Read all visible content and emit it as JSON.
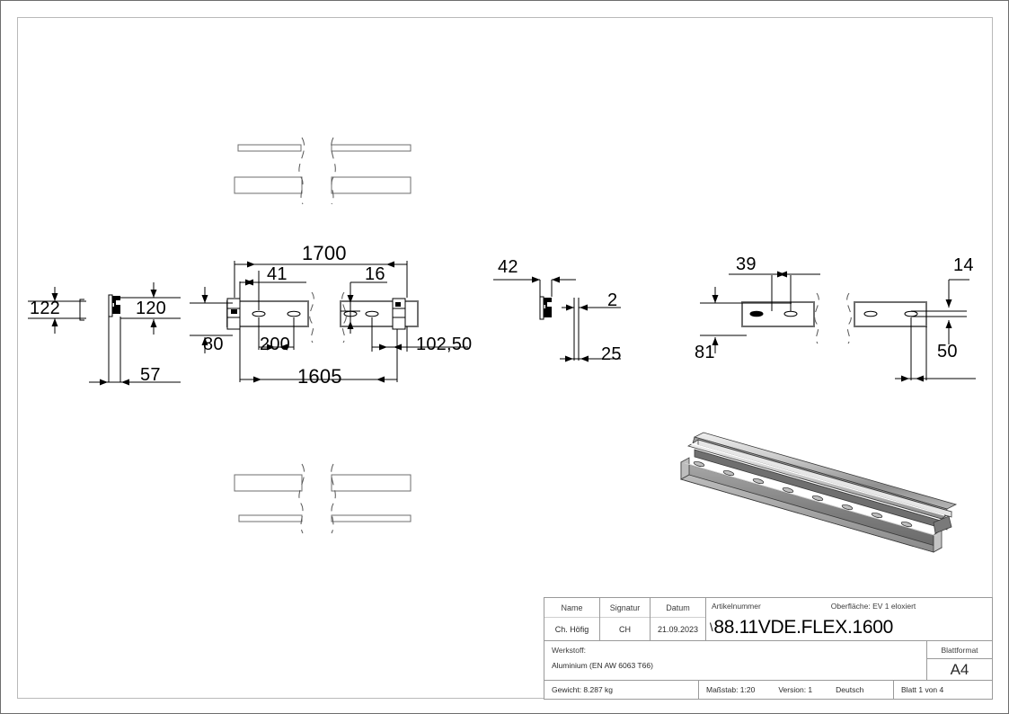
{
  "document": {
    "type": "cad-technical-drawing",
    "sheet_border": true
  },
  "views": {
    "top_view": {
      "name": "top-view",
      "break_style": "broken-line"
    },
    "front_view": {
      "name": "front-view-main"
    },
    "section_view": {
      "name": "section-profile-view"
    },
    "detail_left": {
      "name": "detail-hole-left"
    },
    "detail_right": {
      "name": "detail-hole-right"
    },
    "bottom_view": {
      "name": "bottom-view"
    },
    "iso_view": {
      "name": "isometric-rail-view"
    }
  },
  "dimensions": {
    "d122": "122",
    "d120": "120",
    "d57": "57",
    "d1700": "1700",
    "d41": "41",
    "d16": "16",
    "d80": "80",
    "d200": "200",
    "d102_50": "102,50",
    "d1605": "1605",
    "d42": "42",
    "d2": "2",
    "d25": "25",
    "d39": "39",
    "d81": "81",
    "d14": "14",
    "d50": "50"
  },
  "titleblock": {
    "headers": {
      "name": "Name",
      "signatur": "Signatur",
      "datum": "Datum",
      "artikelnummer": "Artikelnummer",
      "oberflaeche": "Oberfläche:  EV 1 eloxiert",
      "werkstoff": "Werkstoff:",
      "blattformat": "Blattformat"
    },
    "values": {
      "name": "Ch. Höfig",
      "signatur": "CH",
      "datum": "21.09.2023",
      "artikelnummer_prefix": "\\",
      "artikelnummer": "88.11VDE.FLEX.1600",
      "werkstoff_material": "Aluminium (EN AW 6063 T66)",
      "blattformat": "A4",
      "gewicht": "Gewicht: 8.287 kg",
      "massstab": "Maßstab: 1:20",
      "version": "Version: 1",
      "sprache": "Deutsch",
      "blatt": "Blatt 1 von 4"
    }
  },
  "colors": {
    "line": "#000000",
    "frame": "#b9b9b9",
    "border": "#6e6e6e",
    "profile_fill": "#808080",
    "iso_light": "#d9d9d9",
    "iso_mid": "#9a9a9a",
    "iso_dark": "#6a6a6a"
  }
}
